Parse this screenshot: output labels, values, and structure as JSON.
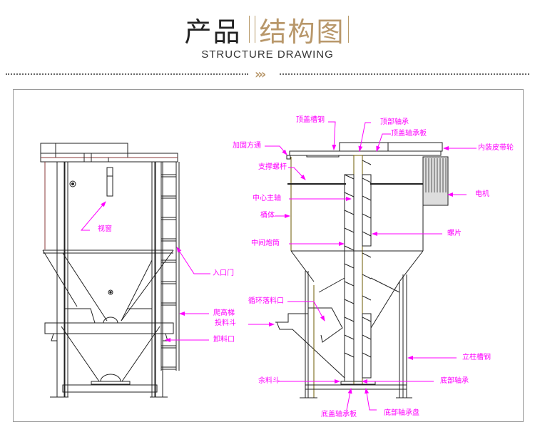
{
  "header": {
    "title_dark": "产品",
    "title_accent": "结构图",
    "subtitle": "STRUCTURE DRAWING",
    "divider_icon": "double-chevron-right-icon",
    "accent_color": "#b8976a"
  },
  "diagram": {
    "label_color": "#ff00ff",
    "left_labels": {
      "sight_window": "视窗",
      "access_door": "入口门",
      "ladder": "爬高梯",
      "feed_hopper": "投料斗",
      "discharge_port": "卸料口"
    },
    "right_labels": {
      "top_cover_channel": "顶盖槽钢",
      "top_bearing": "顶部轴承",
      "top_cover_bearing_plate": "顶盖轴承板",
      "reinforcing_square_tube": "加固方通",
      "support_rod": "支撑螺杆",
      "internal_pulley": "内装皮带轮",
      "center_shaft": "中心主轴",
      "motor": "电机",
      "barrel": "桶体",
      "screw_blade": "螺片",
      "middle_tube": "中间炮筒",
      "recirculation_port": "循环落料口",
      "column_channel": "立柱槽钢",
      "residual_hopper": "余料斗",
      "bottom_bearing": "底部轴承",
      "bottom_cover_bearing_plate": "底盖轴承板",
      "bottom_bearing_plate": "底部轴承盘"
    }
  }
}
